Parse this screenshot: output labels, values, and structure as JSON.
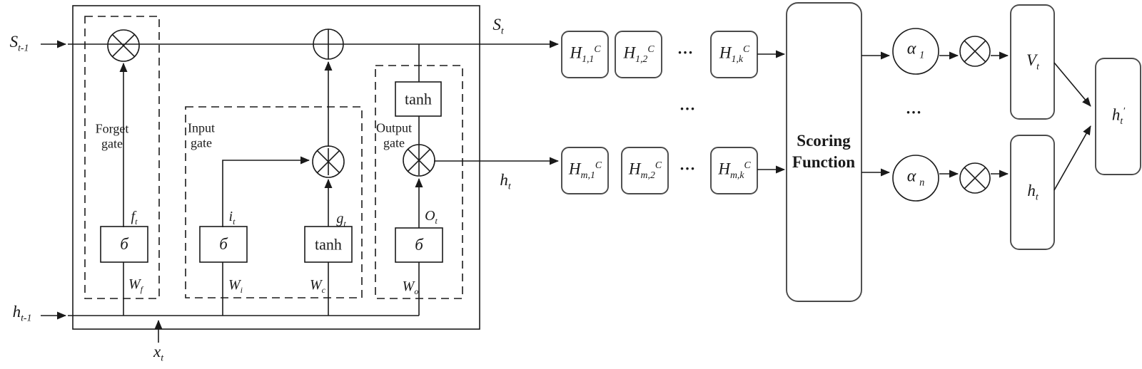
{
  "figure": {
    "background": "#ffffff",
    "line_color": "#1a1a1a",
    "box_color": "#4a4a4a"
  },
  "ellipsis": "...",
  "lstm": {
    "inputs": {
      "s_prev": {
        "base": "S",
        "sub": "t-1"
      },
      "h_prev": {
        "base": "h",
        "sub": "t-1"
      },
      "x_t": {
        "base": "x",
        "sub": "t"
      }
    },
    "outputs": {
      "s_t": {
        "base": "S",
        "sub": "t"
      },
      "h_t": {
        "base": "h",
        "sub": "t"
      }
    },
    "forget_gate": {
      "name_line1": "Forget",
      "name_line2": "gate",
      "activation": "б",
      "signal": {
        "base": "f",
        "sub": "t"
      },
      "weight": {
        "base": "W",
        "sub": "f"
      }
    },
    "input_gate": {
      "name_line1": "Input",
      "name_line2": "gate",
      "activation": "б",
      "signal": {
        "base": "i",
        "sub": "t"
      },
      "weight": {
        "base": "W",
        "sub": "i"
      }
    },
    "candidate": {
      "activation": "tanh",
      "signal": {
        "base": "g",
        "sub": "t"
      },
      "weight": {
        "base": "W",
        "sub": "c"
      }
    },
    "output_gate": {
      "name_line1": "Output",
      "name_line2": "gate",
      "activation": "б",
      "tanh": "tanh",
      "signal": {
        "base": "O",
        "sub": "t"
      },
      "weight": {
        "base": "W",
        "sub": "o"
      }
    }
  },
  "candidate_states": {
    "top_row": [
      {
        "base": "H",
        "sub": "1,1",
        "sup": "C"
      },
      {
        "base": "H",
        "sub": "1,2",
        "sup": "C"
      },
      {
        "base": "H",
        "sub": "1,k",
        "sup": "C"
      }
    ],
    "bottom_row": [
      {
        "base": "H",
        "sub": "m,1",
        "sup": "C"
      },
      {
        "base": "H",
        "sub": "m,2",
        "sup": "C"
      },
      {
        "base": "H",
        "sub": "m,k",
        "sup": "C"
      }
    ]
  },
  "attention": {
    "scoring_function": {
      "line1": "Scoring",
      "line2": "Function"
    },
    "alpha_top": {
      "base": "α",
      "sub": "1"
    },
    "alpha_bottom": {
      "base": "α",
      "sub": "n"
    }
  },
  "final": {
    "v_t": {
      "base": "V",
      "sub": "t"
    },
    "h_t": {
      "base": "h",
      "sub": "t"
    },
    "h_t_prime": {
      "base": "h",
      "sub": "t",
      "sup": "′"
    }
  }
}
